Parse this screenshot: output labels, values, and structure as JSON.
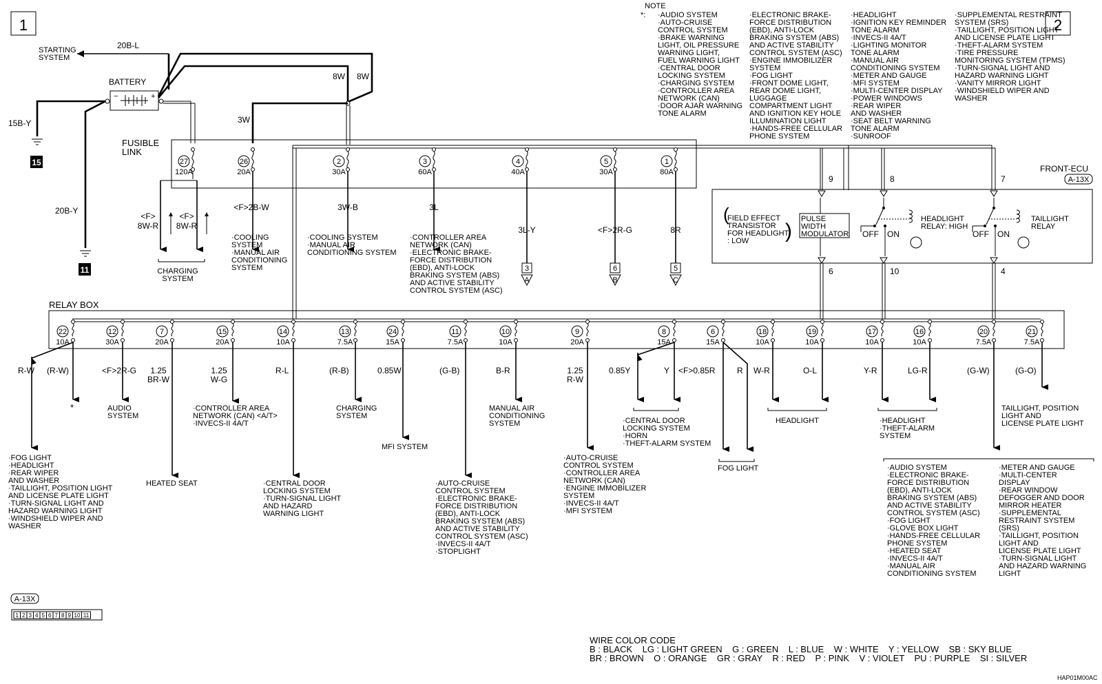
{
  "page_marks": {
    "left": "1",
    "right": "2"
  },
  "note": {
    "title": "NOTE",
    "star": "*:",
    "col1": [
      "·AUDIO SYSTEM",
      "·AUTO-CRUISE",
      "CONTROL SYSTEM",
      "·BRAKE WARNING",
      "LIGHT, OIL PRESSURE",
      "WARNING LIGHT,",
      "FUEL WARNING LIGHT",
      "·CENTRAL DOOR",
      "LOCKING SYSTEM",
      "·CHARGING SYSTEM",
      "·CONTROLLER AREA",
      "NETWORK (CAN)",
      "·DOOR AJAR WARNING",
      "TONE ALARM"
    ],
    "col2": [
      "·ELECTRONIC BRAKE-",
      "FORCE DISTRIBUTION",
      "(EBD), ANTI-LOCK",
      "BRAKING SYSTEM (ABS)",
      "AND ACTIVE STABILITY",
      "CONTROL SYSTEM (ASC)",
      "·ENGINE IMMOBILIZER",
      "SYSTEM",
      "·FOG LIGHT",
      "·FRONT DOME LIGHT,",
      "REAR DOME LIGHT,",
      "LUGGAGE",
      "COMPARTMENT LIGHT",
      "AND IGNITION KEY HOLE",
      "ILLUMINATION LIGHT",
      "·HANDS-FREE CELLULAR",
      "PHONE SYSTEM"
    ],
    "col3": [
      "·HEADLIGHT",
      "·IGNITION KEY REMINDER",
      "TONE ALARM",
      "·INVECS-II 4A/T",
      "·LIGHTING MONITOR",
      "TONE ALARM",
      "·MANUAL AIR",
      "CONDITIONING SYSTEM",
      "·METER AND GAUGE",
      "·MFI SYSTEM",
      "·MULTI-CENTER DISPLAY",
      "·POWER WINDOWS",
      "·REAR WIPER",
      "AND WASHER",
      "·SEAT BELT WARNING",
      "TONE ALARM",
      "·SUNROOF"
    ],
    "col4": [
      "·SUPPLEMENTAL RESTRAINT",
      "SYSTEM (SRS)",
      "·TAILLIGHT, POSITION LIGHT",
      "AND LICENSE PLATE LIGHT",
      "·THEFT-ALARM SYSTEM",
      "·TIRE PRESSURE",
      "MONITORING SYSTEM (TPMS)",
      "·TURN-SIGNAL LIGHT AND",
      "HAZARD WARNING LIGHT",
      "·VANITY MIRROR LIGHT",
      "·WINDSHIELD WIPER AND",
      "WASHER"
    ]
  },
  "top": {
    "starting_system": [
      "STARTING",
      "SYSTEM"
    ],
    "battery": "BATTERY",
    "battery_minus": "−",
    "battery_plus": "+",
    "w_20bl": "20B-L",
    "w_15by": "15B-Y",
    "w_20by": "20B-Y",
    "ground_15": "15",
    "ground_11": "11",
    "w_8w_a": "8W",
    "w_8w_b": "8W",
    "w_3w": "3W",
    "fusible_link": [
      "FUSIBLE",
      "LINK"
    ],
    "charging_system": [
      "CHARGING",
      "SYSTEM"
    ],
    "w_f8wr_1": [
      "<F>",
      "8W-R"
    ],
    "w_f8wr_2": [
      "<F>",
      "8W-R"
    ]
  },
  "fusible_links": [
    {
      "num": "27",
      "amp": "120A"
    },
    {
      "num": "26",
      "amp": "20A",
      "wire": "<F>2B-W",
      "dest": [
        "·COOLING",
        "SYSTEM",
        "·MANUAL AIR",
        "CONDITIONING",
        "SYSTEM"
      ]
    },
    {
      "num": "2",
      "amp": "30A",
      "wire": "3W-B",
      "dest": [
        "·COOLING SYSTEM",
        "·MANUAL AIR",
        "CONDITIONING SYSTEM"
      ]
    },
    {
      "num": "3",
      "amp": "60A",
      "wire": "3L",
      "dest": [
        "·CONTROLLER AREA",
        "NETWORK (CAN)",
        "·ELECTRONIC BRAKE-",
        "FORCE DISTRIBUTION",
        "(EBD), ANTI-LOCK",
        "BRAKING SYSTEM (ABS)",
        "AND ACTIVE STABILITY",
        "CONTROL SYSTEM (ASC)"
      ]
    },
    {
      "num": "4",
      "amp": "40A",
      "wire": "3L-Y",
      "conn": "3",
      "letter": "A"
    },
    {
      "num": "5",
      "amp": "30A",
      "wire": "<F>2R-G",
      "conn": "6",
      "letter": "B"
    },
    {
      "num": "1",
      "amp": "80A",
      "wire": "8R",
      "conn": "5",
      "letter": "C"
    }
  ],
  "ecu": {
    "title": "FRONT-ECU",
    "code": "A-13X",
    "pins_top": [
      "9",
      "8",
      "7"
    ],
    "pins_bottom": [
      "6",
      "10",
      "4"
    ],
    "fet": [
      "FIELD EFFECT",
      "TRANSISTOR",
      "FOR HEADLIGHT",
      ": LOW"
    ],
    "pwm": [
      "PULSE",
      "WIDTH",
      "MODULATOR"
    ],
    "off": "OFF",
    "on": "ON",
    "relay_high": [
      "HEADLIGHT",
      "RELAY: HIGH"
    ],
    "relay_tail": [
      "TAILLIGHT",
      "RELAY"
    ]
  },
  "relay_box": {
    "title": "RELAY BOX",
    "fuses": [
      {
        "num": "22",
        "amp": "10A",
        "wire": "R-W",
        "wire2": "(R-W)",
        "dest": [
          "·FOG LIGHT",
          "·HEADLIGHT",
          "·REAR WIPER",
          "AND WASHER",
          "·TAILLIGHT, POSITION LIGHT",
          "AND LICENSE PLATE LIGHT",
          "·TURN-SIGNAL LIGHT AND",
          "HAZARD WARNING LIGHT",
          "·WINDSHIELD WIPER AND",
          "WASHER"
        ],
        "star": "*"
      },
      {
        "num": "12",
        "amp": "30A",
        "wire": "<F>2R-G",
        "dest": [
          "AUDIO",
          "SYSTEM"
        ]
      },
      {
        "num": "7",
        "amp": "20A",
        "wire": [
          "1.25",
          "BR-W"
        ],
        "dest": [
          "HEATED SEAT"
        ]
      },
      {
        "num": "15",
        "amp": "20A",
        "wire": [
          "1.25",
          "W-G"
        ],
        "dest": [
          "·CONTROLLER AREA",
          "NETWORK (CAN) <A/T>",
          "·INVECS-II 4A/T"
        ]
      },
      {
        "num": "14",
        "amp": "10A",
        "wire": "R-L",
        "dest": [
          "·CENTRAL DOOR",
          "LOCKING SYSTEM",
          "·TURN-SIGNAL LIGHT",
          "AND HAZARD",
          "WARNING LIGHT"
        ]
      },
      {
        "num": "13",
        "amp": "7.5A",
        "wire": "(R-B)",
        "dest": [
          "CHARGING",
          "SYSTEM"
        ]
      },
      {
        "num": "24",
        "amp": "15A",
        "wire": "0.85W",
        "dest": [
          "MFI SYSTEM"
        ]
      },
      {
        "num": "11",
        "amp": "7.5A",
        "wire": "(G-B)",
        "dest": [
          "·AUTO-CRUISE",
          "CONTROL SYSTEM",
          "·ELECTRONIC BRAKE-",
          "FORCE DISTRIBUTION",
          "(EBD), ANTI-LOCK",
          "BRAKING SYSTEM (ABS)",
          "AND ACTIVE STABILITY",
          "CONTROL SYSTEM (ASC)",
          "·INVECS-II 4A/T",
          "·STOPLIGHT"
        ]
      },
      {
        "num": "10",
        "amp": "10A",
        "wire": "B-R",
        "dest": [
          "MANUAL AIR",
          "CONDITIONING",
          "SYSTEM"
        ]
      },
      {
        "num": "9",
        "amp": "20A",
        "wire": [
          "1.25",
          "R-W"
        ],
        "dest": [
          "·AUTO-CRUISE",
          "CONTROL SYSTEM",
          "·CONTROLLER AREA",
          "NETWORK (CAN)",
          "·ENGINE IMMOBILIZER",
          "SYSTEM",
          "·INVECS-II 4A/T",
          "·MFI SYSTEM"
        ]
      },
      {
        "num": "8",
        "amp": "15A",
        "wire": "0.85Y",
        "wire2": "Y",
        "dest": [
          "·CENTRAL DOOR",
          "LOCKING SYSTEM",
          "·HORN",
          "·THEFT-ALARM SYSTEM"
        ]
      },
      {
        "num": "6",
        "amp": "15A",
        "wire": "<F>0.85R",
        "wire2": "R",
        "dest": [
          "FOG LIGHT"
        ]
      },
      {
        "num": "18",
        "amp": "10A",
        "wire": "W-R"
      },
      {
        "num": "19",
        "amp": "10A",
        "wire": "O-L",
        "dest": [
          "HEADLIGHT"
        ]
      },
      {
        "num": "17",
        "amp": "10A",
        "wire": "Y-R"
      },
      {
        "num": "16",
        "amp": "10A",
        "wire": "LG-R",
        "dest": [
          "·HEADLIGHT",
          "·THEFT-ALARM",
          "SYSTEM"
        ]
      },
      {
        "num": "20",
        "amp": "7.5A",
        "wire": "(G-W)"
      },
      {
        "num": "21",
        "amp": "7.5A",
        "wire": "(G-O)",
        "dest": [
          "TAILLIGHT, POSITION",
          "LIGHT AND",
          "LICENSE PLATE LIGHT"
        ]
      }
    ],
    "ecu_outputs_left": [
      "·AUDIO SYSTEM",
      "·ELECTRONIC BRAKE-",
      "FORCE DISTRIBUTION",
      "(EBD), ANTI-LOCK",
      "BRAKING SYSTEM (ABS)",
      "AND ACTIVE STABILITY",
      "CONTROL SYSTEM (ASC)",
      "·FOG LIGHT",
      "·GLOVE BOX LIGHT",
      "·HANDS-FREE CELLULAR",
      "PHONE SYSTEM",
      "·HEATED SEAT",
      "·INVECS-II 4A/T",
      "·MANUAL AIR",
      "CONDITIONING SYSTEM"
    ],
    "ecu_outputs_right": [
      "·METER AND GAUGE",
      "·MULTI-CENTER",
      "DISPLAY",
      "·REAR WINDOW",
      "DEFOGGER AND DOOR",
      "MIRROR HEATER",
      "·SUPPLEMENTAL",
      "RESTRAINT SYSTEM",
      "(SRS)",
      "·TAILLIGHT, POSITION",
      "LIGHT AND",
      "LICENSE PLATE LIGHT",
      "·TURN-SIGNAL LIGHT",
      "AND HAZARD WARNING",
      "LIGHT"
    ]
  },
  "connector": {
    "code": "A-13X",
    "pins": [
      "1",
      "2",
      "3",
      "4",
      "5",
      "6",
      "7",
      "8",
      "9",
      "10",
      "11"
    ]
  },
  "color_code": {
    "title": "WIRE COLOR CODE",
    "row1": "B : BLACK    LG : LIGHT GREEN    G : GREEN    L : BLUE    W : WHITE    Y : YELLOW    SB : SKY BLUE",
    "row2": "BR : BROWN    O : ORANGE    GR : GRAY    R : RED    P : PINK    V : VIOLET    PU : PURPLE    SI : SILVER"
  },
  "figure_code": "HAP01M00AC"
}
